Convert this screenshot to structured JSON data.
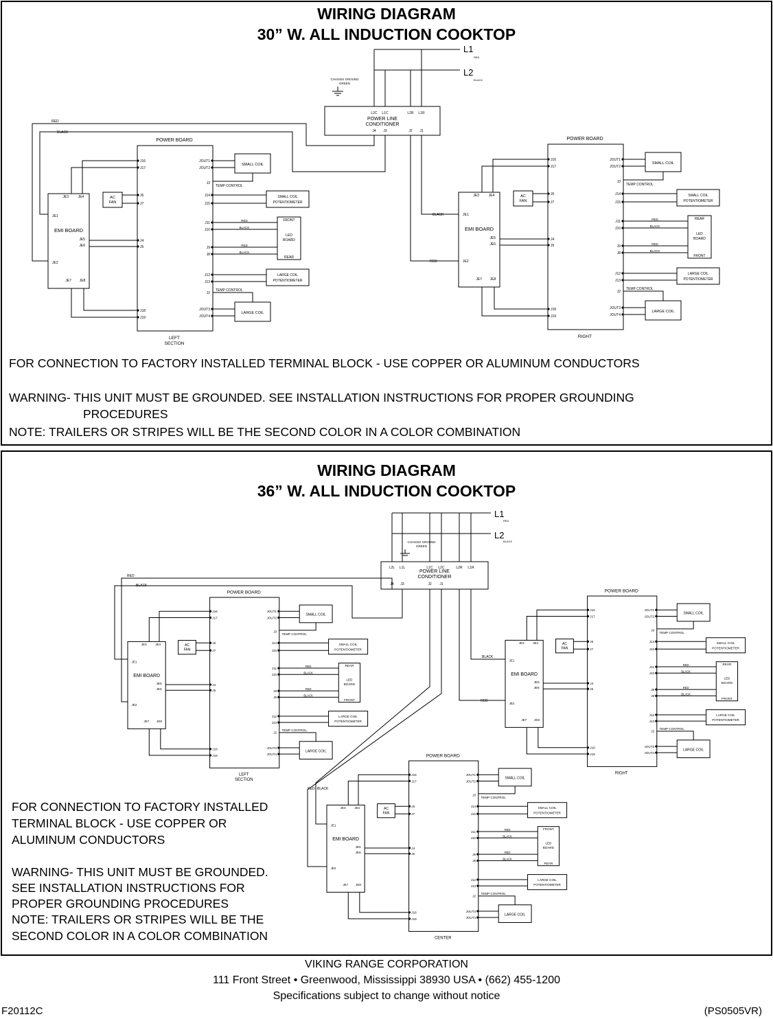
{
  "top": {
    "title1": "WIRING DIAGRAM",
    "title2": "30” W.  ALL INDUCTION COOKTOP",
    "note1": "FOR CONNECTION TO FACTORY INSTALLED TERMINAL BLOCK - USE COPPER OR ALUMINUM CONDUCTORS",
    "note2": "WARNING- THIS UNIT MUST BE GROUNDED.  SEE INSTALLATION INSTRUCTIONS FOR PROPER GROUNDING",
    "note3": "PROCEDURES",
    "note4": "NOTE:  TRAILERS OR STRIPES WILL BE THE SECOND  COLOR IN A COLOR COMBINATION",
    "left_caption1": "LEFT",
    "left_caption2": "SECTION",
    "right_caption": "RIGHT"
  },
  "bottom": {
    "title1": "WIRING DIAGRAM",
    "title2": "36” W. ALL INDUCTION COOKTOP",
    "notes": [
      "FOR CONNECTION TO FACTORY INSTALLED",
      "TERMINAL BLOCK - USE COPPER OR",
      "ALUMINUM CONDUCTORS",
      "",
      "WARNING- THIS UNIT MUST BE GROUNDED.",
      "SEE INSTALLATION INSTRUCTIONS FOR",
      "PROPER GROUNDING PROCEDURES",
      "NOTE:  TRAILERS OR STRIPES WILL BE THE",
      "SECOND COLOR IN A COLOR COMBINATION"
    ],
    "left_caption1": "LEFT",
    "left_caption2": "SECTION",
    "right_caption": "RIGHT",
    "center_caption": "CENTER"
  },
  "labels": {
    "l1": "L1",
    "l1_color": "RED",
    "l2": "L2",
    "l2_color": "BLACK",
    "ground1": "CHASSIS GROUND",
    "ground2": "GREEN",
    "plc1": "POWER LINE",
    "plc2": "CONDITIONER",
    "plc_top_30": [
      "L2C",
      "L1C",
      "L2R",
      "L1R"
    ],
    "plc_top_36": [
      "L2L",
      "L1L",
      "L1C",
      "L2C",
      "L2R",
      "L1R"
    ],
    "plc_bot_30": [
      "J4",
      "J3",
      "J2",
      "J1"
    ],
    "plc_bot_36": [
      "J4",
      "J3",
      "J2",
      "J1"
    ],
    "red": "RED",
    "black": "BLACK",
    "power_board": "POWER BOARD",
    "emi_board": "EMI BOARD",
    "ac_fan": [
      "AC",
      "FAN"
    ],
    "small_coil": "SMALL COIL",
    "large_coil": "LARGE COIL",
    "small_pot": [
      "SMALL COIL",
      "POTENTIOMETER"
    ],
    "large_pot": [
      "LARGE COIL",
      "POTENTIOMETER"
    ],
    "led_board": [
      "LED",
      "BOARD"
    ],
    "front": "FRONT",
    "rear": "REAR",
    "temp_control": "TEMP CONTROL",
    "emi_pins": [
      "JE3",
      "JE4",
      "JE1",
      "JE5",
      "JE6",
      "JE2",
      "JE7",
      "JE8"
    ],
    "pb_left_pins": [
      "J16",
      "J17",
      "J6",
      "J7",
      "J4",
      "J5",
      "J18",
      "J19"
    ],
    "pb_right_pins": [
      "JOUT1",
      "JOUT2",
      "J3",
      "J14",
      "J15",
      "J11",
      "J10",
      "J9",
      "J8",
      "J12",
      "J13",
      "J2",
      "JOUT3",
      "JOUT4"
    ]
  },
  "footer": {
    "line1": "VIKING RANGE CORPORATION",
    "line2": "111 Front Street • Greenwood, Mississippi 38930 USA • (662) 455-1200",
    "line3": "Specifications subject to change without notice",
    "left": "F20112C",
    "right": "(PS0505VR)"
  }
}
